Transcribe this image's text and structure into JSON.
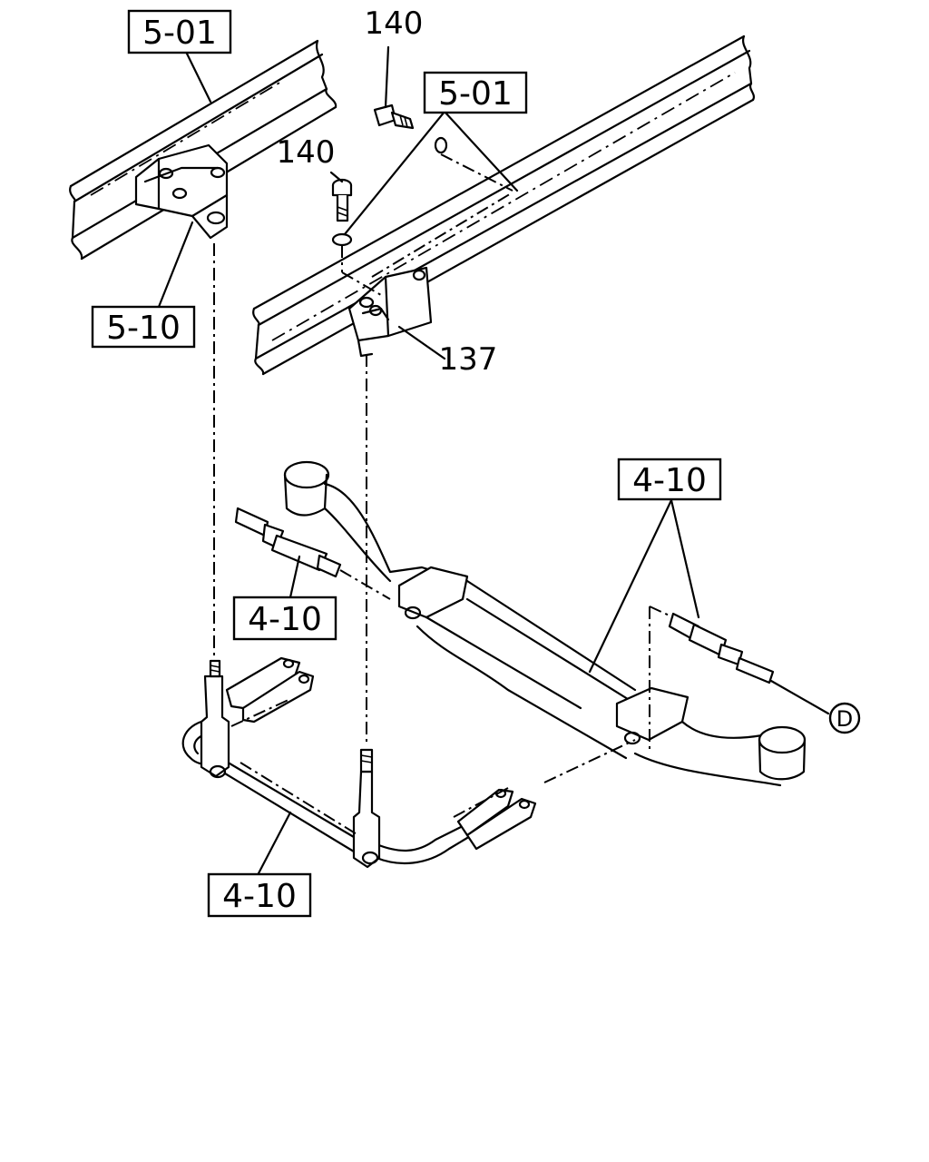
{
  "labels": {
    "ref_501_top_left": "5-01",
    "ref_501_top_right": "5-01",
    "ref_510": "5-10",
    "ref_410_left": "4-10",
    "ref_410_right": "4-10",
    "ref_410_bottom": "4-10",
    "part_140_top": "140",
    "part_140_mid": "140",
    "part_137": "137",
    "callout_d": "D"
  }
}
